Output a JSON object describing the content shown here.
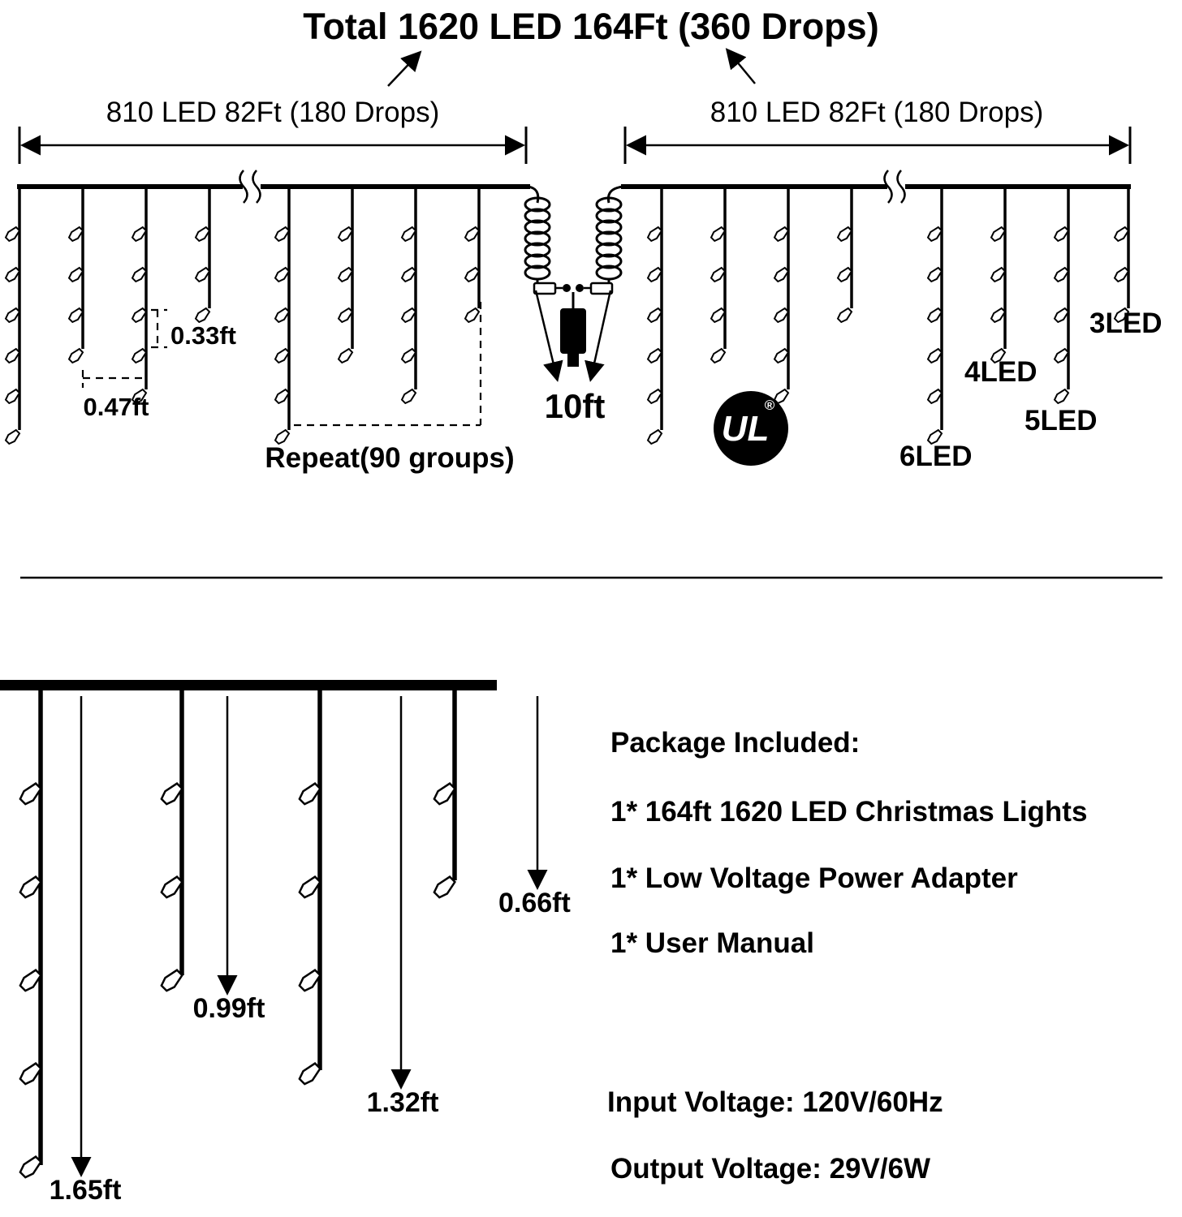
{
  "title": "Total 1620 LED 164Ft (360 Drops)",
  "top_diagram": {
    "left_span_label": "810 LED 82Ft (180 Drops)",
    "right_span_label": "810 LED 82Ft (180 Drops)",
    "led_spacing_label": "0.33ft",
    "drop_spacing_label": "0.47ft",
    "repeat_label": "Repeat(90 groups)",
    "connector_length_label": "10ft",
    "ul_text": "UL",
    "ul_registered": "®",
    "drop_type_labels": [
      "3LED",
      "4LED",
      "5LED",
      "6LED"
    ]
  },
  "bottom_diagram": {
    "drop_length_labels": [
      "0.66ft",
      "0.99ft",
      "1.32ft",
      "1.65ft"
    ]
  },
  "package_included": {
    "heading": "Package Included:",
    "items": [
      "1* 164ft 1620 LED Christmas Lights",
      "1* Low Voltage Power Adapter",
      "1* User Manual"
    ]
  },
  "specs": {
    "input_voltage": "Input Voltage: 120V/60Hz",
    "output_voltage": "Output Voltage: 29V/6W"
  }
}
